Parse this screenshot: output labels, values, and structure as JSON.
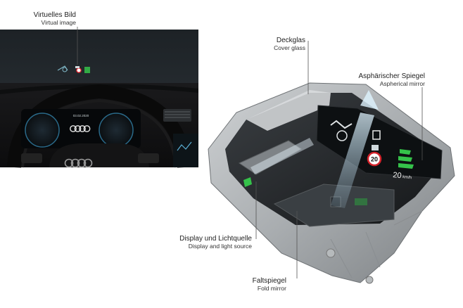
{
  "labels": {
    "virtual_image": {
      "de": "Virtuelles Bild",
      "en": "Virtual image"
    },
    "cover_glass": {
      "de": "Deckglas",
      "en": "Cover glass"
    },
    "aspherical_mirror": {
      "de": "Asphärischer Spiegel",
      "en": "Aspherical mirror"
    },
    "display_light": {
      "de": "Display und Lichtquelle",
      "en": "Display and light source"
    },
    "fold_mirror": {
      "de": "Faltspiegel",
      "en": "Fold mirror"
    }
  },
  "cluster": {
    "date": "03.02.2020",
    "brand": "Audi"
  },
  "hud": {
    "speed": "20",
    "speed_unit": "km/h",
    "limit": "20"
  },
  "colors": {
    "leader_line": "#555555",
    "hud_green": "#35c24a",
    "speed_red": "#d4222a"
  }
}
